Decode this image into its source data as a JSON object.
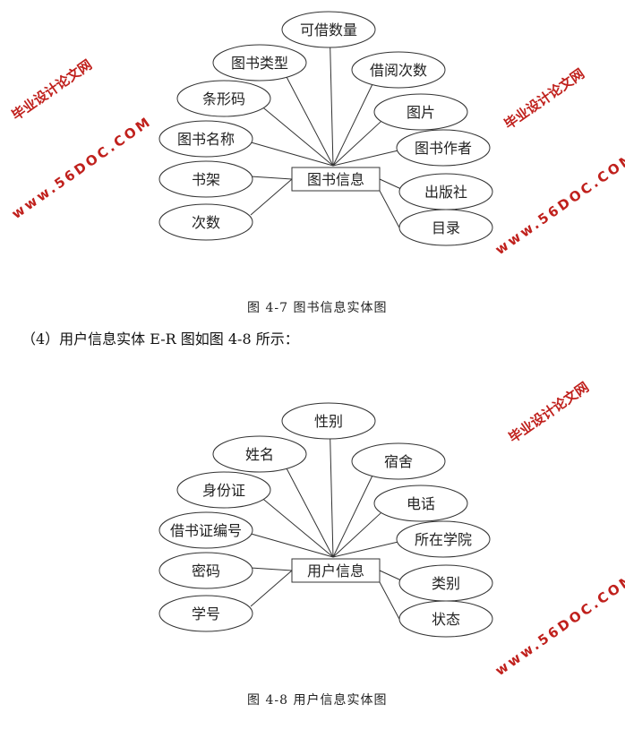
{
  "diagram1": {
    "entity": "图书信息",
    "attributes": [
      "可借数量",
      "图书类型",
      "借阅次数",
      "条形码",
      "图片",
      "图书名称",
      "图书作者",
      "书架",
      "出版社",
      "次数",
      "目录"
    ],
    "caption": "图 4-7 图书信息实体图"
  },
  "paragraph": "（4）用户信息实体 E-R 图如图 4-8 所示：",
  "diagram2": {
    "entity": "用户信息",
    "attributes": [
      "性别",
      "姓名",
      "宿舍",
      "身份证",
      "电话",
      "借书证编号",
      "所在学院",
      "密码",
      "类别",
      "学号",
      "状态"
    ],
    "caption": "图 4-8 用户信息实体图"
  },
  "watermark": {
    "cn": "毕业设计论文网",
    "url": "www.56DOC.COM",
    "color": "#c0201c"
  }
}
